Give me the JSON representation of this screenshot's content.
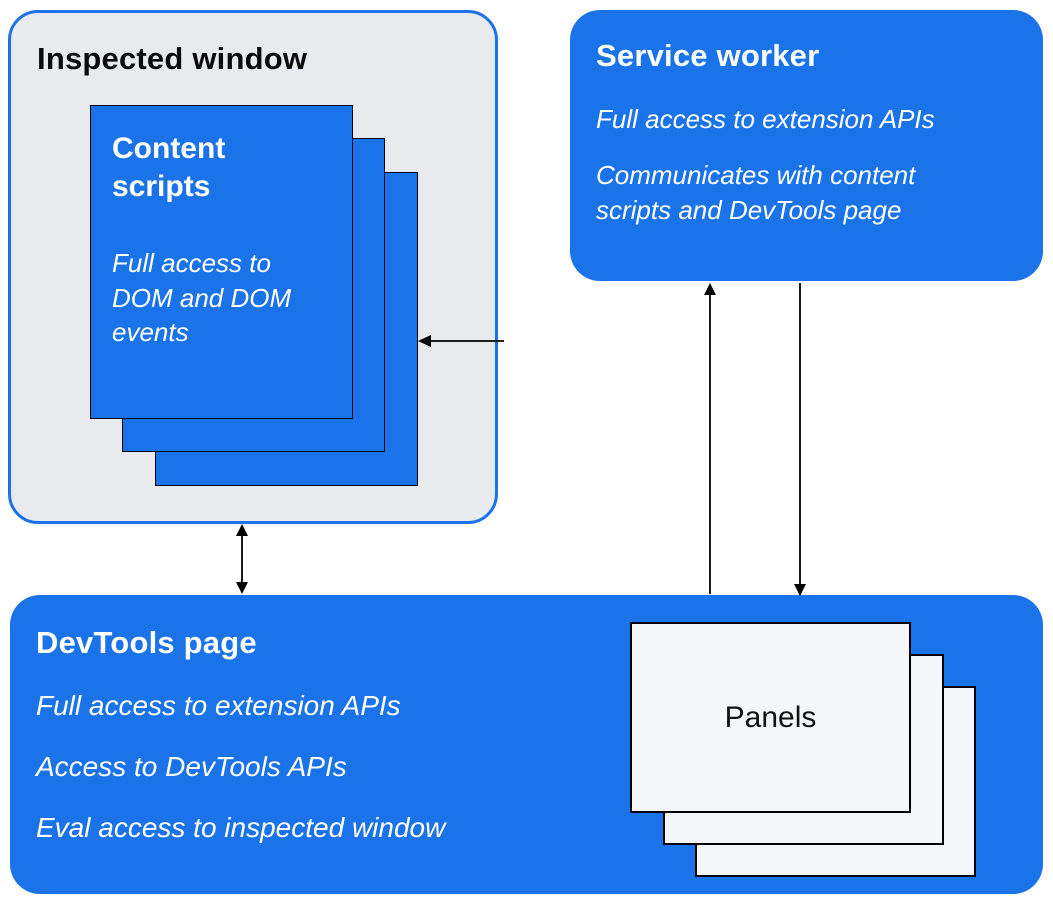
{
  "colors": {
    "blue": "#1a73e8",
    "gray_box": "#e8eaed",
    "panel_bg": "#f5f6f7",
    "line": "#000000",
    "white_text": "#ffffff",
    "black_text": "#0b0b0b"
  },
  "inspected_window": {
    "title": "Inspected window",
    "content_scripts": {
      "title": "Content scripts",
      "description": "Full access to DOM and DOM events"
    }
  },
  "service_worker": {
    "title": "Service worker",
    "paragraphs": [
      "Full access to extension APIs",
      "Communicates with content scripts and DevTools page"
    ]
  },
  "devtools_page": {
    "title": "DevTools page",
    "paragraphs": [
      "Full access to extension APIs",
      "Access to DevTools APIs",
      "Eval access to inspected window"
    ],
    "panels_title": "Panels"
  }
}
